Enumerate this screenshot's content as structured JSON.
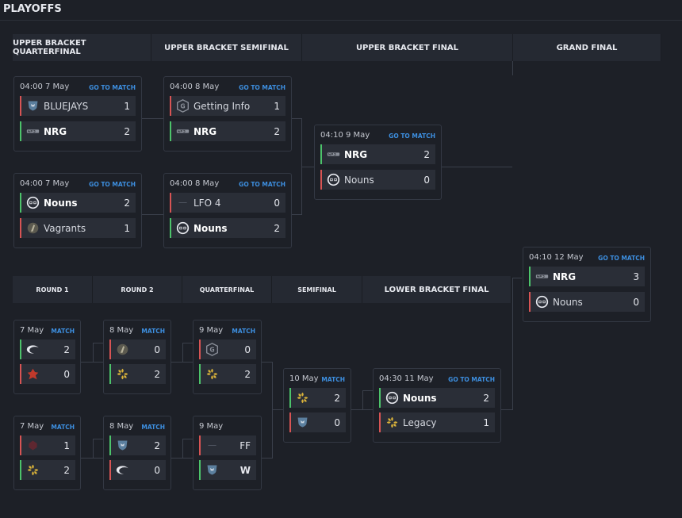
{
  "page": {
    "title": "PLAYOFFS"
  },
  "match_link": "GO TO MATCH",
  "match_link_short": "MATCH",
  "headers": {
    "upper_qf": "UPPER BRACKET QUARTERFINAL",
    "upper_sf": "UPPER BRACKET SEMIFINAL",
    "upper_final": "UPPER BRACKET FINAL",
    "grand_final": "GRAND FINAL",
    "round1": "ROUND 1",
    "round2": "ROUND 2",
    "quarterfinal": "QUARTERFINAL",
    "semifinal": "SEMIFINAL",
    "lower_final": "LOWER BRACKET FINAL"
  },
  "colors": {
    "win": "#4cc36a",
    "loss": "#d75454",
    "link": "#3d8fe0",
    "background": "#1d2027"
  },
  "matches": {
    "ubqf1": {
      "time": "04:00",
      "date": "7 May",
      "t1": {
        "name": "BLUEJAYS",
        "score": "1",
        "logo": "bluejays-logo-icon"
      },
      "t2": {
        "name": "NRG",
        "score": "2",
        "logo": "nrg-logo-icon"
      }
    },
    "ubqf2": {
      "time": "04:00",
      "date": "7 May",
      "t1": {
        "name": "Nouns",
        "score": "2",
        "logo": "nouns-logo-icon"
      },
      "t2": {
        "name": "Vagrants",
        "score": "1",
        "logo": "vagrants-logo-icon"
      }
    },
    "ubsf1": {
      "time": "04:00",
      "date": "8 May",
      "t1": {
        "name": "Getting Info",
        "score": "1",
        "logo": "getting-info-logo-icon"
      },
      "t2": {
        "name": "NRG",
        "score": "2",
        "logo": "nrg-logo-icon"
      }
    },
    "ubsf2": {
      "time": "04:00",
      "date": "8 May",
      "t1": {
        "name": "LFO 4",
        "score": "0",
        "logo": "dash-icon"
      },
      "t2": {
        "name": "Nouns",
        "score": "2",
        "logo": "nouns-logo-icon"
      }
    },
    "ubf": {
      "time": "04:10",
      "date": "9 May",
      "t1": {
        "name": "NRG",
        "score": "2",
        "logo": "nrg-logo-icon"
      },
      "t2": {
        "name": "Nouns",
        "score": "0",
        "logo": "nouns-logo-icon"
      }
    },
    "gf": {
      "time": "04:10",
      "date": "12 May",
      "t1": {
        "name": "NRG",
        "score": "3",
        "logo": "nrg-logo-icon"
      },
      "t2": {
        "name": "Nouns",
        "score": "0",
        "logo": "nouns-logo-icon"
      }
    },
    "r1a": {
      "date": "7 May",
      "t1": {
        "score": "2",
        "logo": "crescent-logo-icon"
      },
      "t2": {
        "score": "0",
        "logo": "red-creature-logo-icon"
      }
    },
    "r1b": {
      "date": "7 May",
      "t1": {
        "score": "1",
        "logo": "dark-red-logo-icon"
      },
      "t2": {
        "score": "2",
        "logo": "legacy-logo-icon"
      }
    },
    "r2a": {
      "date": "8 May",
      "t1": {
        "score": "0",
        "logo": "vagrants-logo-icon"
      },
      "t2": {
        "score": "2",
        "logo": "legacy-logo-icon"
      }
    },
    "r2b": {
      "date": "8 May",
      "t1": {
        "score": "2",
        "logo": "bluejays-logo-icon"
      },
      "t2": {
        "score": "0",
        "logo": "crescent-logo-icon"
      }
    },
    "qfa": {
      "date": "9 May",
      "t1": {
        "score": "0",
        "logo": "getting-info-logo-icon"
      },
      "t2": {
        "score": "2",
        "logo": "legacy-logo-icon"
      }
    },
    "qfb": {
      "date": "9 May",
      "t1": {
        "score": "FF",
        "logo": "dash-icon"
      },
      "t2": {
        "score": "W",
        "logo": "bluejays-logo-icon"
      }
    },
    "lsf": {
      "date": "10 May",
      "t1": {
        "score": "2",
        "logo": "legacy-logo-icon"
      },
      "t2": {
        "score": "0",
        "logo": "bluejays-logo-icon"
      }
    },
    "lbf": {
      "time": "04:30",
      "date": "11 May",
      "t1": {
        "name": "Nouns",
        "score": "2",
        "logo": "nouns-logo-icon"
      },
      "t2": {
        "name": "Legacy",
        "score": "1",
        "logo": "legacy-logo-icon"
      }
    }
  }
}
